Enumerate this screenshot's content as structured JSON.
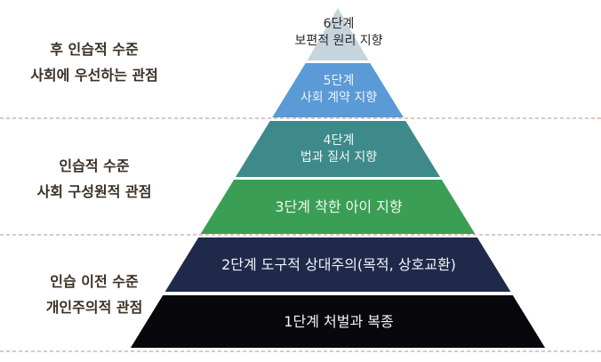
{
  "levels": [
    {
      "line1": "후 인습적 수준",
      "line2": "사회에 우선하는 관점"
    },
    {
      "line1": "인습적 수준",
      "line2": "사회 구성원적 관점"
    },
    {
      "line1": "인습 이전 수준",
      "line2": "개인주의적 관점"
    }
  ],
  "stages": [
    {
      "line1": "6단계",
      "line2": "보편적 원리 지향",
      "color": "#c6d4db",
      "text_color": "#2a2a2a"
    },
    {
      "line1": "5단계",
      "line2": "사회 계약 지향",
      "color": "#5a9ad6",
      "text_color": "#eef4fb"
    },
    {
      "line1": "4단계",
      "line2": "법과 질서 지향",
      "color": "#3e8a8a",
      "text_color": "#eef6f6"
    },
    {
      "line1": "3단계 착한 아이 지향",
      "color": "#3b9e55",
      "text_color": "#eef8f0"
    },
    {
      "line1": "2단계 도구적 상대주의(목적, 상호교환)",
      "color": "#1f294a",
      "text_color": "#f0f2f8"
    },
    {
      "line1": "1단계  처벌과 복종",
      "color": "#07070c",
      "text_color": "#f4f4f4"
    }
  ],
  "divider_color": "#c9a79a"
}
